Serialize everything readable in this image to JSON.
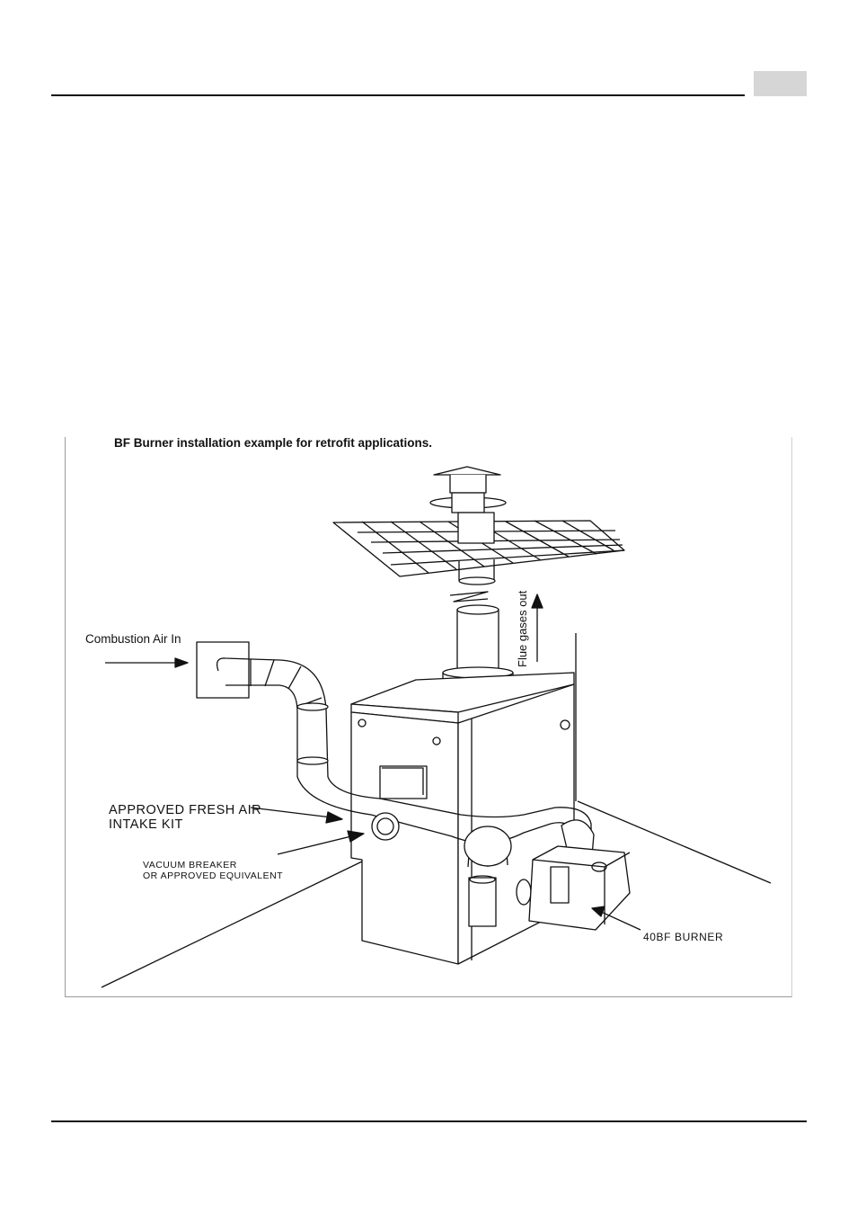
{
  "figure": {
    "caption": "BF Burner installation example for retrofit applications.",
    "labels": {
      "combustion_air": "Combustion Air In",
      "flue_gases": "Flue gases out",
      "fresh_air_kit_line1": "APPROVED FRESH AIR",
      "fresh_air_kit_line2": "INTAKE KIT",
      "vacuum_breaker_line1": "VACUUM BREAKER",
      "vacuum_breaker_line2": "OR APPROVED EQUIVALENT",
      "burner": "40BF BURNER"
    }
  },
  "colors": {
    "header_box": "#d6d6d6",
    "ink": "#111111"
  }
}
